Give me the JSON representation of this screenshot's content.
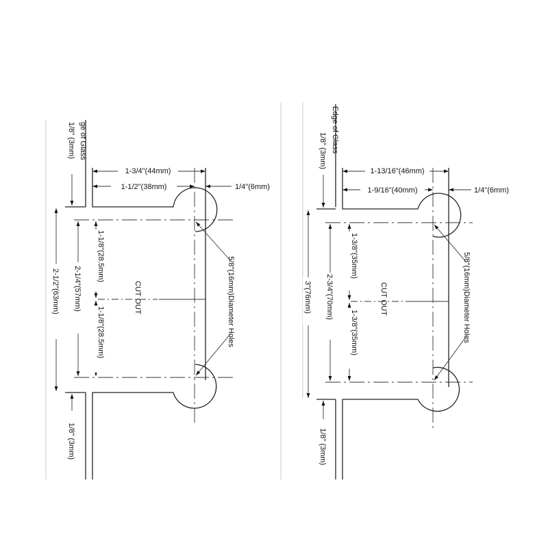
{
  "left_drawing": {
    "edge_of_glass": "ge of Glass",
    "top_gap": "1/8\" (3mm)",
    "dim_overall_width": "1-3/4\"(44mm)",
    "dim_hole_center": "1-1/2\"(38mm)",
    "dim_hole_offset": "1/4\"(6mm)",
    "dim_half_top": "1-1/8\"(28.5mm)",
    "dim_half_bottom": "1-1/8\"(28.5mm)",
    "dim_hole_spacing": "2-1/4\"(57mm)",
    "dim_overall_height": "2-1/2\"(63mm)",
    "cut_out": "CUT OUT",
    "holes_label": "5/8\"(16mm)Diameter Holes",
    "bottom_gap": "1/8\" (3mm)"
  },
  "right_drawing": {
    "edge_of_glass": "Edge of Glass",
    "top_gap": "1/8\" (3mm)",
    "dim_overall_width": "1-13/16\"(46mm)",
    "dim_hole_center": "1-9/16\"(40mm)",
    "dim_hole_offset": "1/4\"(6mm)",
    "dim_half_top": "1-3/8\"(35mm)",
    "dim_half_bottom": "1-3/8\"(35mm)",
    "dim_hole_spacing": "2-3/4\"(70mm)",
    "dim_overall_height": "3\"(76mm)",
    "cut_out": "CUT OUT",
    "holes_label": "5/8\"(16mm)Diameter Holes",
    "bottom_gap": "1/8\" (3mm)"
  }
}
